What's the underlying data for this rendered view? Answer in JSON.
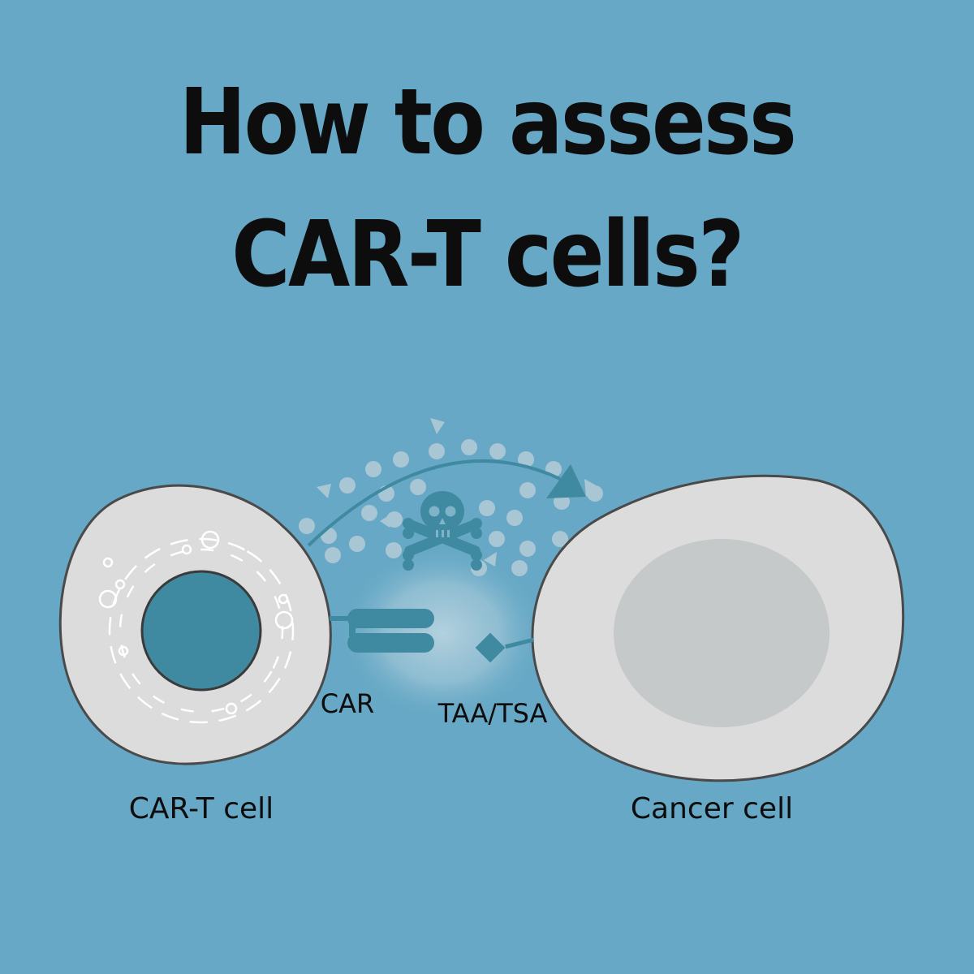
{
  "title": {
    "line1": "How to assess",
    "line2": "CAR-T cells?"
  },
  "labels": {
    "car": "CAR",
    "antigen": "TAA/TSA",
    "car_t_cell": "CAR-T cell",
    "cancer_cell": "Cancer cell"
  },
  "icons": [
    "skull-crossbones-icon"
  ],
  "colors": {
    "background": "#66a8c5",
    "cell_fill": "#dcdcdc",
    "nucleus_car_t": "#3f8aa1",
    "nucleus_cancer": "#c5c9c9",
    "receptor": "#3f8aa1",
    "particles": "#a9c6d4",
    "text": "#0d0d0d"
  }
}
